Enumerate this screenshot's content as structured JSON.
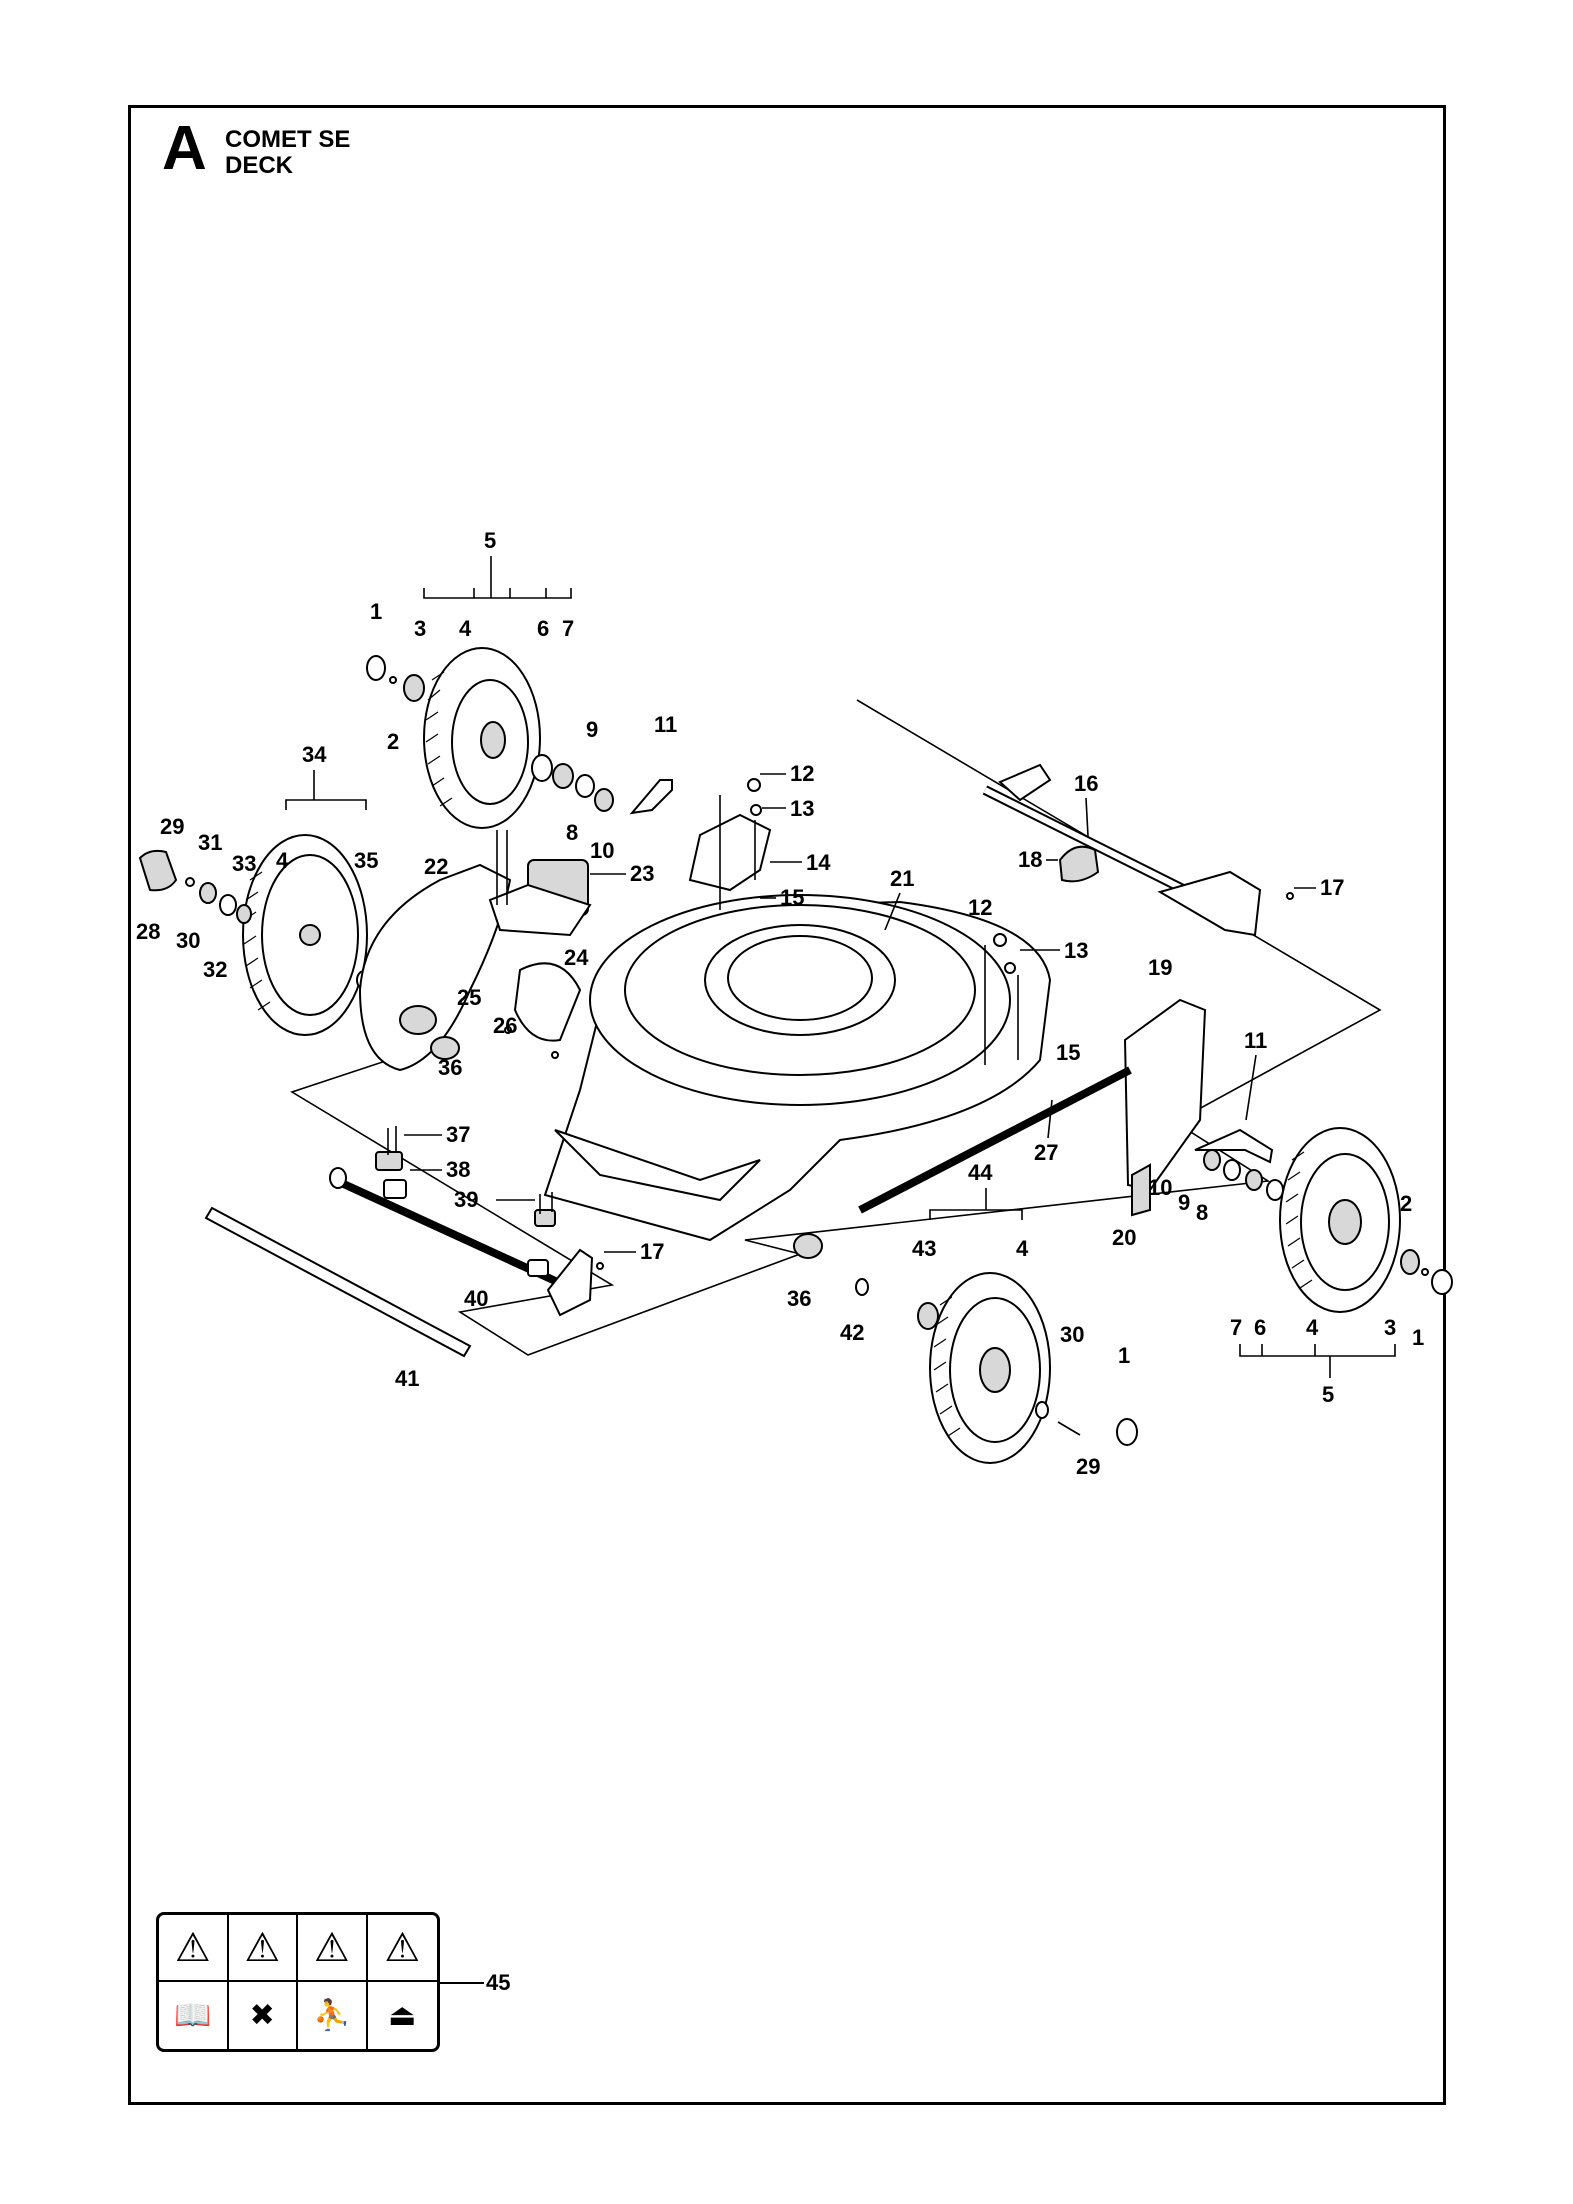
{
  "header": {
    "section_letter": "A",
    "title_line1": "COMET SE",
    "title_line2": "DECK"
  },
  "callouts": {
    "rear_left_wheel": [
      "5",
      "1",
      "3",
      "4",
      "6",
      "7",
      "2",
      "9",
      "8",
      "10",
      "11"
    ],
    "left_rear_wheel_assy": [
      "34",
      "29",
      "31",
      "33",
      "4",
      "35",
      "28",
      "30",
      "32",
      "36"
    ],
    "gearbox": [
      "22",
      "23",
      "24",
      "25",
      "26"
    ],
    "bracket_top": [
      "12",
      "13",
      "14",
      "15"
    ],
    "deck": [
      "21"
    ],
    "rear_axle": [
      "16",
      "18",
      "17"
    ],
    "height_adjuster": [
      "19",
      "12",
      "13",
      "15",
      "11",
      "27",
      "20",
      "10",
      "9",
      "8"
    ],
    "right_rear_wheel": [
      "2",
      "1",
      "3",
      "4",
      "6",
      "7",
      "5"
    ],
    "front_axle": [
      "37",
      "38",
      "39",
      "17",
      "40",
      "41"
    ],
    "front_wheel": [
      "44",
      "43",
      "4",
      "36",
      "42",
      "30",
      "1",
      "29"
    ],
    "decals": [
      "45"
    ]
  },
  "warning_decal": {
    "icons_top": [
      "warning-triangle-icon",
      "hand-cut-warning-icon",
      "thrown-objects-icon",
      "warning-triangle-icon"
    ],
    "icons_bottom": [
      "read-manual-icon",
      "keep-hands-away-icon",
      "keep-bystanders-away-icon",
      "disconnect-plug-icon"
    ]
  }
}
